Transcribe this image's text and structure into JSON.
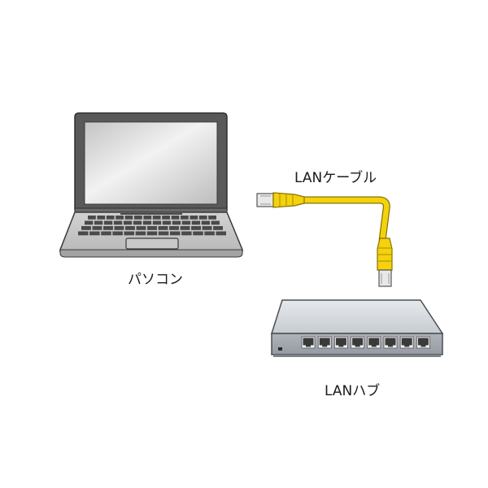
{
  "labels": {
    "pc": "パソコン",
    "cable": "LANケーブル",
    "hub": "LANハブ"
  },
  "icons": {
    "pc": "laptop-icon",
    "cable": "lan-cable-icon",
    "hub": "network-hub-icon"
  },
  "colors": {
    "laptop_body": "#555555",
    "laptop_screen": "#d8d8d8",
    "cable": "#f4d20c",
    "hub_body": "#cfd4d8",
    "hub_ports": "#3a3a3a"
  }
}
